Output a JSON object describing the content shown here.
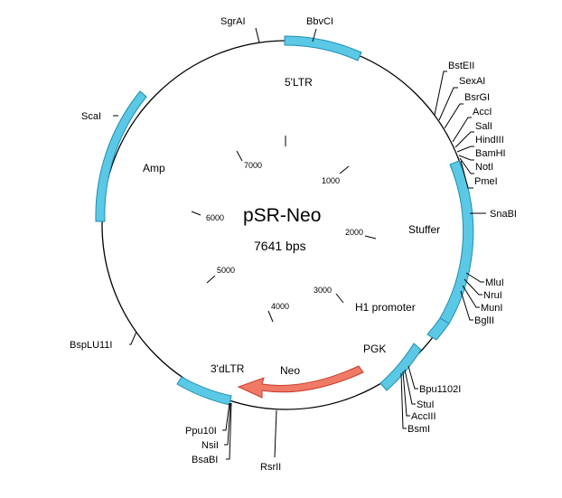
{
  "plasmid": {
    "name": "pSR-Neo",
    "size_label": "7641 bps",
    "total_bp": 7641
  },
  "colors": {
    "feature_fill": "#5bc8e6",
    "feature_stroke": "#1e8fb0",
    "arrow_fill": "#f07a66",
    "arrow_stroke": "#c83a26",
    "line": "#000000"
  },
  "ticks": [
    "1000",
    "2000",
    "3000",
    "4000",
    "5000",
    "6000",
    "7000"
  ],
  "features": [
    {
      "name": "5'LTR"
    },
    {
      "name": "Stuffer"
    },
    {
      "name": "H1 promoter"
    },
    {
      "name": "PGK"
    },
    {
      "name": "3'dLTR"
    },
    {
      "name": "Amp"
    },
    {
      "name": "Neo"
    }
  ],
  "sites": [
    {
      "name": "BbvCI"
    },
    {
      "name": "SgrAI"
    },
    {
      "name": "BstEII"
    },
    {
      "name": "SexAI"
    },
    {
      "name": "BsrGI"
    },
    {
      "name": "AccI"
    },
    {
      "name": "SalI"
    },
    {
      "name": "HindIII"
    },
    {
      "name": "BamHI"
    },
    {
      "name": "NotI"
    },
    {
      "name": "PmeI"
    },
    {
      "name": "SnaBI"
    },
    {
      "name": "MluI"
    },
    {
      "name": "NruI"
    },
    {
      "name": "MunI"
    },
    {
      "name": "BglII"
    },
    {
      "name": "Bpu1102I"
    },
    {
      "name": "StuI"
    },
    {
      "name": "AccIII"
    },
    {
      "name": "BsmI"
    },
    {
      "name": "RsrII"
    },
    {
      "name": "BsaBI"
    },
    {
      "name": "NsiI"
    },
    {
      "name": "Ppu10I"
    },
    {
      "name": "BspLU11I"
    },
    {
      "name": "ScaI"
    }
  ]
}
